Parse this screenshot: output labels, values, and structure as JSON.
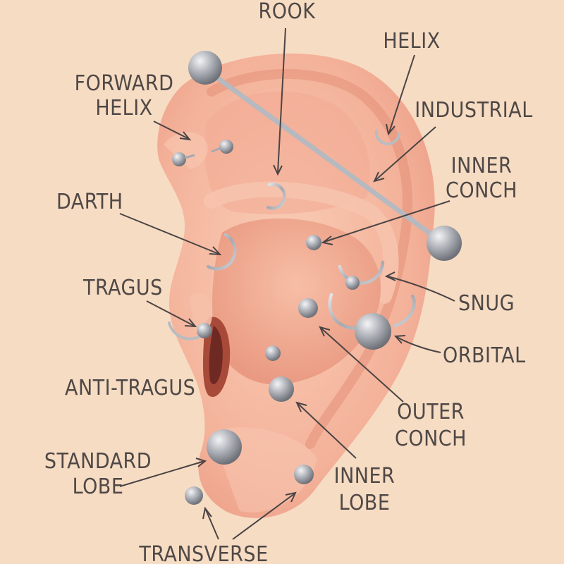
{
  "diagram": {
    "labels": {
      "rook": "Rook",
      "helix": "Helix",
      "forward_helix": [
        "Forward",
        "Helix"
      ],
      "industrial": "Industrial",
      "inner_conch": [
        "Inner",
        "Conch"
      ],
      "daith": "Darth",
      "tragus": "Tragus",
      "snug": "Snug",
      "orbital": "Orbital",
      "anti_tragus": "Anti-Tragus",
      "outer_conch": [
        "Outer",
        "Conch"
      ],
      "standard_lobe": [
        "Standard",
        "Lobe"
      ],
      "inner_lobe": [
        "Inner",
        "Lobe"
      ],
      "transverse": "Transverse"
    },
    "colors": {
      "background": "#f6dcc3",
      "skin": "#f4b79f",
      "skin_shadow": "#e68e79",
      "metal": "#b9bcc2",
      "line": "#4a4444",
      "text": "#4f4846"
    }
  }
}
